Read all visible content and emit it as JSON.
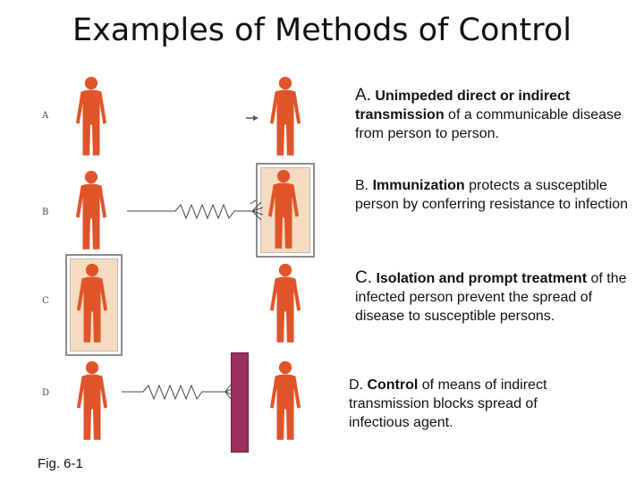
{
  "title": "Examples of Methods of Control",
  "row_labels": [
    "A",
    "B",
    "C",
    "D"
  ],
  "descriptions": {
    "a": {
      "lead": "A.",
      "bold": "Unimpeded direct or indirect transmission",
      "rest": " of a communicable disease from person to person."
    },
    "b": {
      "lead": "B.",
      "bold": "Immunization",
      "rest": " protects a susceptible person by conferring resistance to infection"
    },
    "c": {
      "lead": "C.",
      "bold": "Isolation and prompt treatment",
      "rest": " of the infected person prevent the spread of disease to susceptible persons."
    },
    "d": {
      "lead": "D.",
      "bold": "Control",
      "rest": " of means of indirect transmission blocks spread of infectious agent."
    }
  },
  "figure_caption": "Fig. 6-1",
  "colors": {
    "person": "#e0542a",
    "box_fill": "#f5dcc0",
    "barrier": "#9b2f5e"
  },
  "icons": {
    "person": "person-icon",
    "arrow": "arrow-icon",
    "zigzag": "zigzag-transmission-icon",
    "barrier": "barrier-icon"
  }
}
